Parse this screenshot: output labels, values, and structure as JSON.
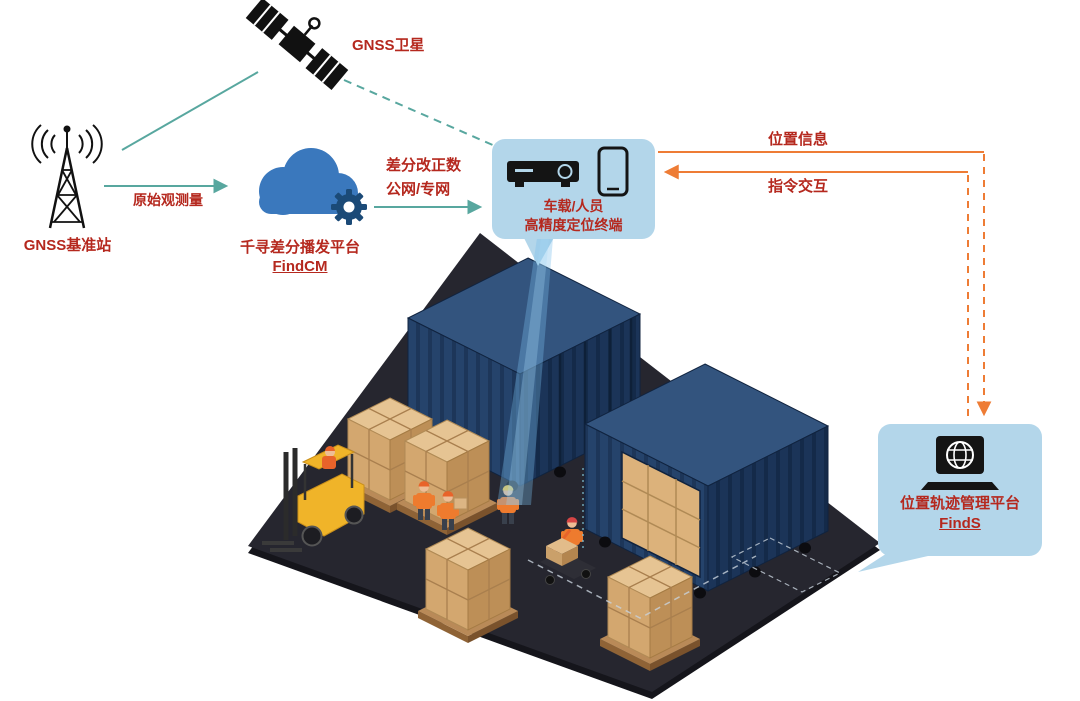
{
  "labels": {
    "satellite": "GNSS卫星",
    "base_station": "GNSS基准站",
    "raw_observation": "原始观测量",
    "cloud_platform_line1": "千寻差分播发平台",
    "cloud_platform_line2": "FindCM",
    "correction_line1": "差分改正数",
    "correction_line2": "公网/专网",
    "terminal_line1": "车载/人员",
    "terminal_line2": "高精度定位终端",
    "position_info": "位置信息",
    "command_interaction": "指令交互",
    "platform_line1": "位置轨迹管理平台",
    "platform_line2": "FindS"
  },
  "icons": {
    "satellite": "satellite-icon",
    "base_station": "radio-tower-icon",
    "cloud": "cloud-gear-icon",
    "terminal": "receiver-and-phone-icon",
    "platform": "laptop-globe-icon"
  },
  "colors": {
    "label_red": "#b5281e",
    "teal_line": "#58a79f",
    "orange_line": "#ee7c35",
    "bubble_blue": "#b3d6ea",
    "cloud_blue": "#3a78bd",
    "container_navy": "#25436b",
    "platform_dark": "#26262f",
    "box_tan": "#e6c493",
    "forklift_yellow": "#f0b429"
  }
}
